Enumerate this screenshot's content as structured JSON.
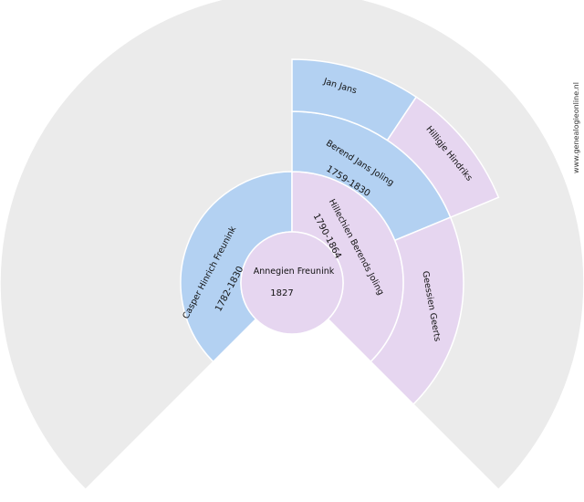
{
  "credit": "www.genealogieonline.nl",
  "colors": {
    "background_arc": "#ebebeb",
    "male": "#b3d1f2",
    "female": "#e6d6f0",
    "stroke": "#ffffff"
  },
  "center": {
    "name": "Annegien Freunink",
    "dates": "1827",
    "sex": "female"
  },
  "people": [
    {
      "id": "father",
      "name": "Casper Hinrich Freunink",
      "dates": "1782-1830",
      "sex": "male"
    },
    {
      "id": "mother",
      "name": "Hillechien Berends Joling",
      "dates": "1790-1864",
      "sex": "female"
    },
    {
      "id": "mothers-father",
      "name": "Berend Jans Joling",
      "dates": "1759-1830",
      "sex": "male"
    },
    {
      "id": "mothers-mother",
      "name": "Geessien Geerts",
      "dates": "",
      "sex": "female"
    },
    {
      "id": "mmf-father",
      "name": "Jan Jans",
      "dates": "",
      "sex": "male"
    },
    {
      "id": "mmf-mother",
      "name": "Hilligje Hindriks",
      "dates": "",
      "sex": "female"
    }
  ]
}
